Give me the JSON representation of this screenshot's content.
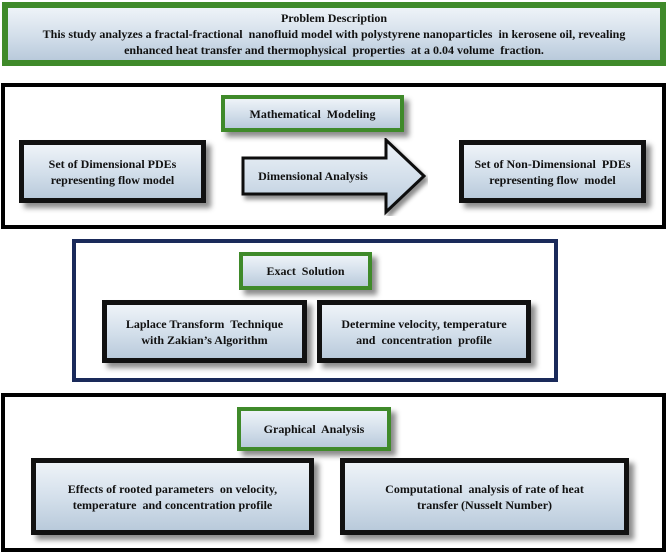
{
  "colors": {
    "green_border": "#3f8a2a",
    "navy_border": "#1a2a5a",
    "black_border": "#000000"
  },
  "problem": {
    "title": "Problem Description",
    "line1": "This study analyzes a fractal-fractional  nanofluid model with polystyrene nanoparticles  in kerosene oil, revealing",
    "line2": "enhanced heat transfer and thermophysical  properties  at a 0.04 volume  fraction."
  },
  "modeling": {
    "title": "Mathematical  Modeling",
    "left_line1": "Set of Dimensional PDEs",
    "left_line2": "representing flow model",
    "arrow_label": "Dimensional Analysis",
    "right_line1": "Set of Non-Dimensional  PDEs",
    "right_line2": "representing flow  model"
  },
  "exact": {
    "title": "Exact  Solution",
    "left_line1": "Laplace Transform  Technique",
    "left_line2": "with Zakian’s Algorithm",
    "right_line1": "Determine velocity, temperature",
    "right_line2": "and  concentration  profile"
  },
  "graphical": {
    "title": "Graphical  Analysis",
    "left_line1": "Effects of rooted parameters  on velocity,",
    "left_line2": "temperature  and concentration profile",
    "right_line1": "Computational  analysis of rate of heat",
    "right_line2": "transfer (Nusselt Number)"
  }
}
